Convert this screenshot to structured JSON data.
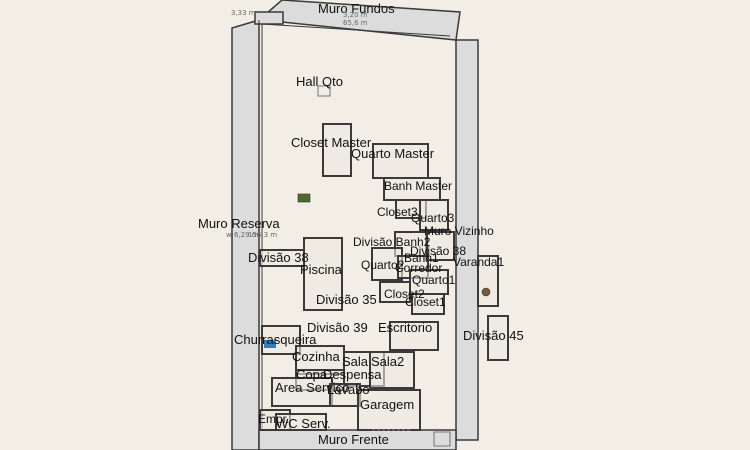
{
  "colors": {
    "background": "#f2eee6",
    "wall_fill": "#dcdcdc",
    "wall_stroke": "#3a3a3a",
    "room_fill": "#ece8e0",
    "pool": "#2f7fc1",
    "label": "#111111"
  },
  "labels": {
    "muro_fundos": "Muro Fundos",
    "hall_qto": "Hall Qto",
    "closet_master": "Closet Master",
    "quarto_master": "Quarto Master",
    "banh_master": "Banh Master",
    "muro_reserva": "Muro Reserva",
    "closet3": "Closet3",
    "quarto3": "Quarto3",
    "muro_vizinho": "Muro Vizinho",
    "divisao_banh2": "Divisão Banh2",
    "divisao_38_right": "Divisão 38",
    "varanda1": "Varanda1",
    "divisao_38_left": "Divisão 38",
    "piscina": "Piscina",
    "quarto2": "Quarto2",
    "corredor": "Corredor",
    "banh1": "Banh1",
    "quarto1": "Quarto1",
    "closet2": "Closet2",
    "divisao_35": "Divisão 35",
    "closet1": "Closet1",
    "divisao_39": "Divisão 39",
    "escritorio": "Escritorio",
    "divisao_45": "Divisão 45",
    "churrasqueira": "Churrasqueira",
    "cozinha": "Cozinha",
    "sala": "Sala",
    "sala2": "Sala2",
    "copa": "Copa",
    "despensa": "Despensa",
    "area_servico": "Area Serviço",
    "lavabo": "Lavabo",
    "garagem": "Garagem",
    "empr": "Empr.",
    "wc_serv": "WC Serv.",
    "muro_frente": "Muro Frente"
  },
  "measurements": {
    "top_left": "3,33 m",
    "fundos_1": "3,20 m",
    "fundos_2": "65,6 m",
    "reserva_1": "w 6,29 m",
    "reserva_2": "156,3 m"
  }
}
